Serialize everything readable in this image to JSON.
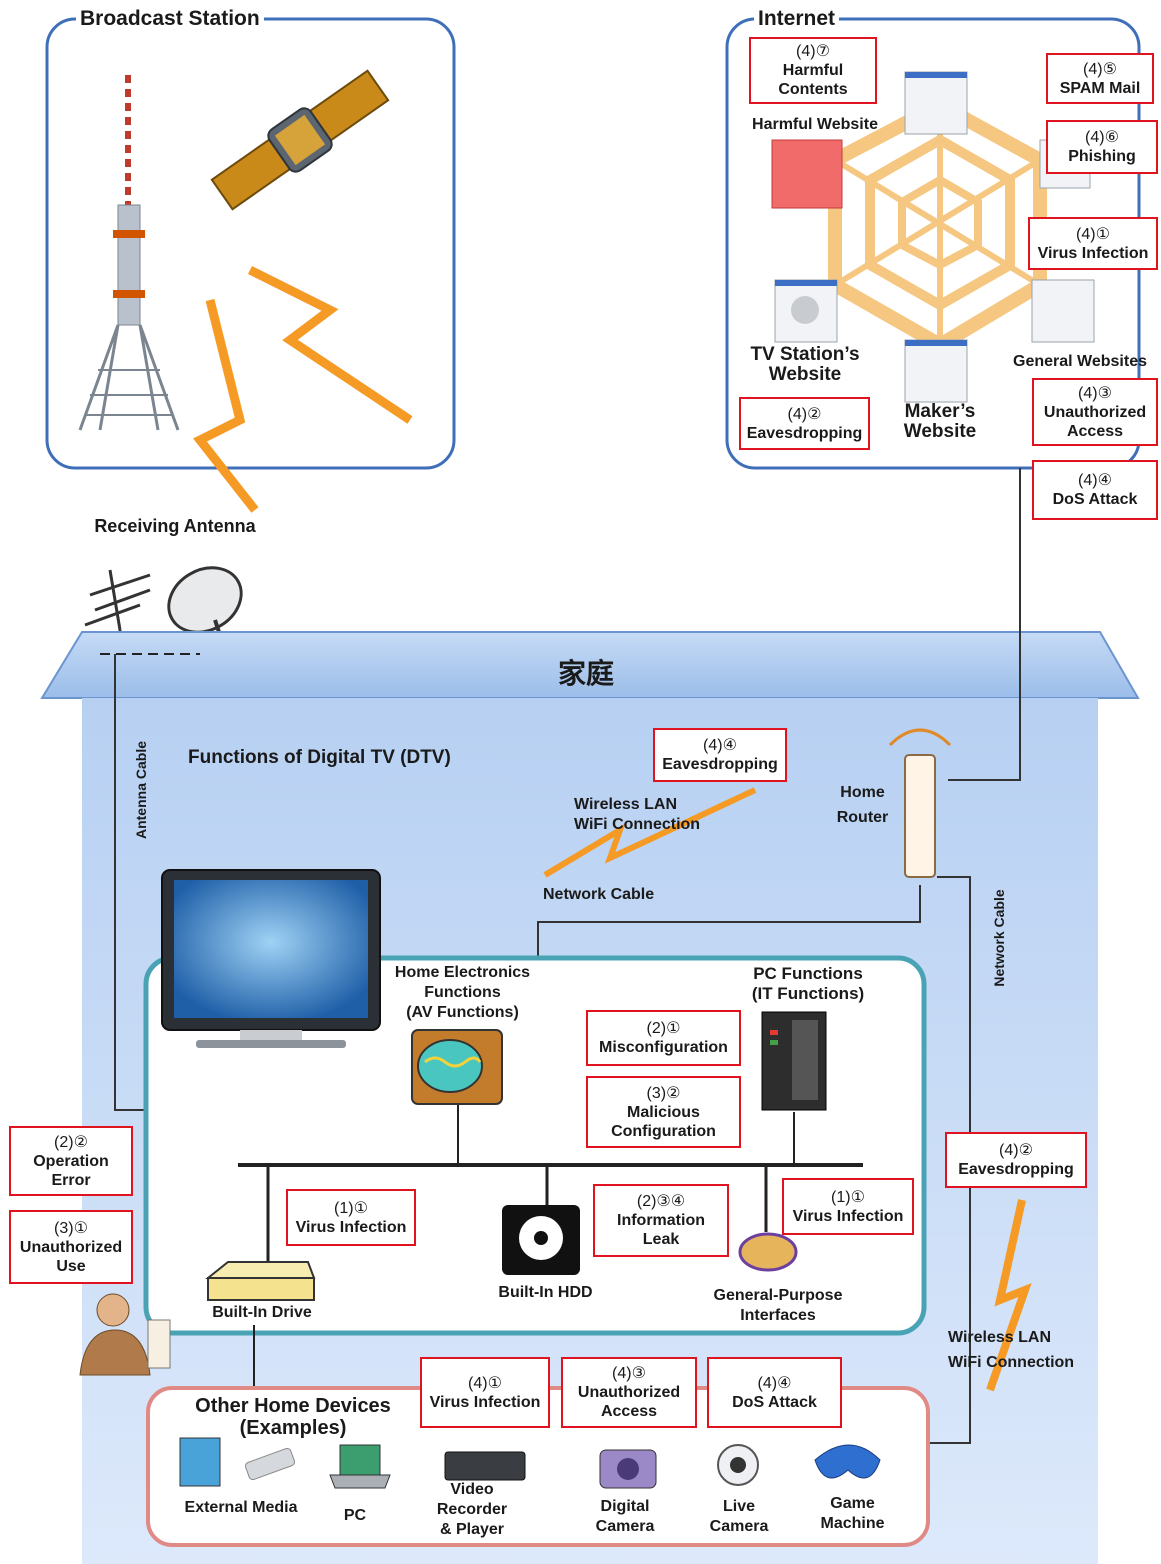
{
  "frames": {
    "broadcast": "Broadcast Station",
    "internet": "Internet",
    "home": "家庭",
    "dtv_functions": "Functions of Digital TV (DTV)",
    "other_devices": "Other Home Devices\n(Examples)"
  },
  "labels": {
    "receiving_antenna": "Receiving Antenna",
    "antenna_cable": "Antenna Cable",
    "network_cable_vertical": "Network Cable",
    "network_cable": "Network Cable",
    "wireless_lan_top": "Wireless LAN\nWiFi Connection",
    "wireless_lan_right": "Wireless LAN\nWiFi Connection",
    "home_router": "Home\nRouter",
    "harmful_website": "Harmful Website",
    "tv_station_website": "TV Station’s\nWebsite",
    "makers_website": "Maker’s\nWebsite",
    "general_websites": "General Websites",
    "home_electronics": "Home Electronics\nFunctions\n(AV Functions)",
    "pc_functions": "PC Functions\n(IT Functions)",
    "built_in_drive": "Built-In Drive",
    "built_in_hdd": "Built-In HDD",
    "general_interfaces": "General-Purpose\nInterfaces"
  },
  "devices": [
    {
      "label": "External Media",
      "icon": "external-media-icon"
    },
    {
      "label": "PC",
      "icon": "laptop-icon"
    },
    {
      "label": "Video\nRecorder\n& Player",
      "icon": "video-recorder-icon"
    },
    {
      "label": "Digital\nCamera",
      "icon": "digital-camera-icon"
    },
    {
      "label": "Live\nCamera",
      "icon": "webcam-icon"
    },
    {
      "label": "Game\nMachine",
      "icon": "gamepad-icon"
    }
  ],
  "threats": {
    "internet_harmful_contents": {
      "code": "(4)⑦",
      "name": "Harmful\nContents"
    },
    "internet_spam": {
      "code": "(4)⑤",
      "name": "SPAM  Mail"
    },
    "internet_phishing": {
      "code": "(4)⑥",
      "name": "Phishing"
    },
    "internet_virus": {
      "code": "(4)①",
      "name": "Virus Infection"
    },
    "internet_eavesdropping": {
      "code": "(4)②",
      "name": "Eavesdropping"
    },
    "internet_unauthorized": {
      "code": "(4)③",
      "name": "Unauthorized\nAccess"
    },
    "internet_dos": {
      "code": "(4)④",
      "name": "DoS Attack"
    },
    "wifi_eavesdropping": {
      "code": "(4)④",
      "name": "Eavesdropping"
    },
    "misconfiguration": {
      "code": "(2)①",
      "name": "Misconfiguration"
    },
    "malicious_config": {
      "code": "(3)②",
      "name": "Malicious\nConfiguration"
    },
    "operation_error": {
      "code": "(2)②",
      "name": "Operation\nError"
    },
    "unauthorized_use": {
      "code": "(3)①",
      "name": "Unauthorized\nUse"
    },
    "drive_virus": {
      "code": "(1)①",
      "name": "Virus Infection"
    },
    "info_leak": {
      "code": "(2)③④",
      "name": "Information\nLeak"
    },
    "interface_virus": {
      "code": "(1)①",
      "name": "Virus Infection"
    },
    "wireless_eavesdropping": {
      "code": "(4)②",
      "name": "Eavesdropping"
    },
    "devices_virus": {
      "code": "(4)①",
      "name": "Virus Infection"
    },
    "devices_unauthorized": {
      "code": "(4)③",
      "name": "Unauthorized\nAccess"
    },
    "devices_dos": {
      "code": "(4)④",
      "name": "DoS Attack"
    }
  },
  "colors": {
    "frame_blue": "#3f6fb8",
    "house_fill": "#cfe0f7",
    "dtv_frame": "#4aa3b5",
    "devices_frame": "#e08a86",
    "threat_border": "#e0141e",
    "lightning": "#f59a25"
  }
}
